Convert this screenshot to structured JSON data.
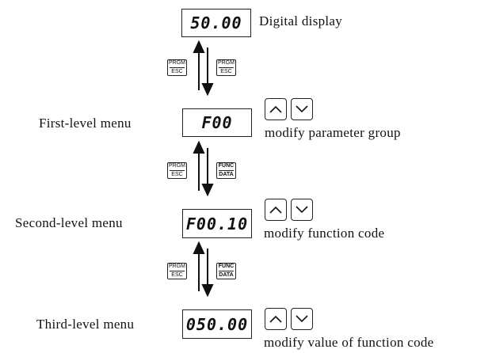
{
  "displays": {
    "digital": "50.00",
    "first": "F00",
    "second": "F00.10",
    "third": "050.00"
  },
  "labels": {
    "digital_display": "Digital display",
    "first_level": "First-level menu",
    "second_level": "Second-level menu",
    "third_level": "Third-level menu",
    "modify_group": "modify parameter group",
    "modify_code": "modify function code",
    "modify_value": "modify value of function code"
  },
  "keys": {
    "prgm_top": "PRGM",
    "prgm_bottom": "ESC",
    "func_top": "FUNC",
    "func_bottom": "DATA"
  },
  "icons": [
    "up-key-icon",
    "down-key-icon",
    "bidirectional-arrow-icon"
  ]
}
